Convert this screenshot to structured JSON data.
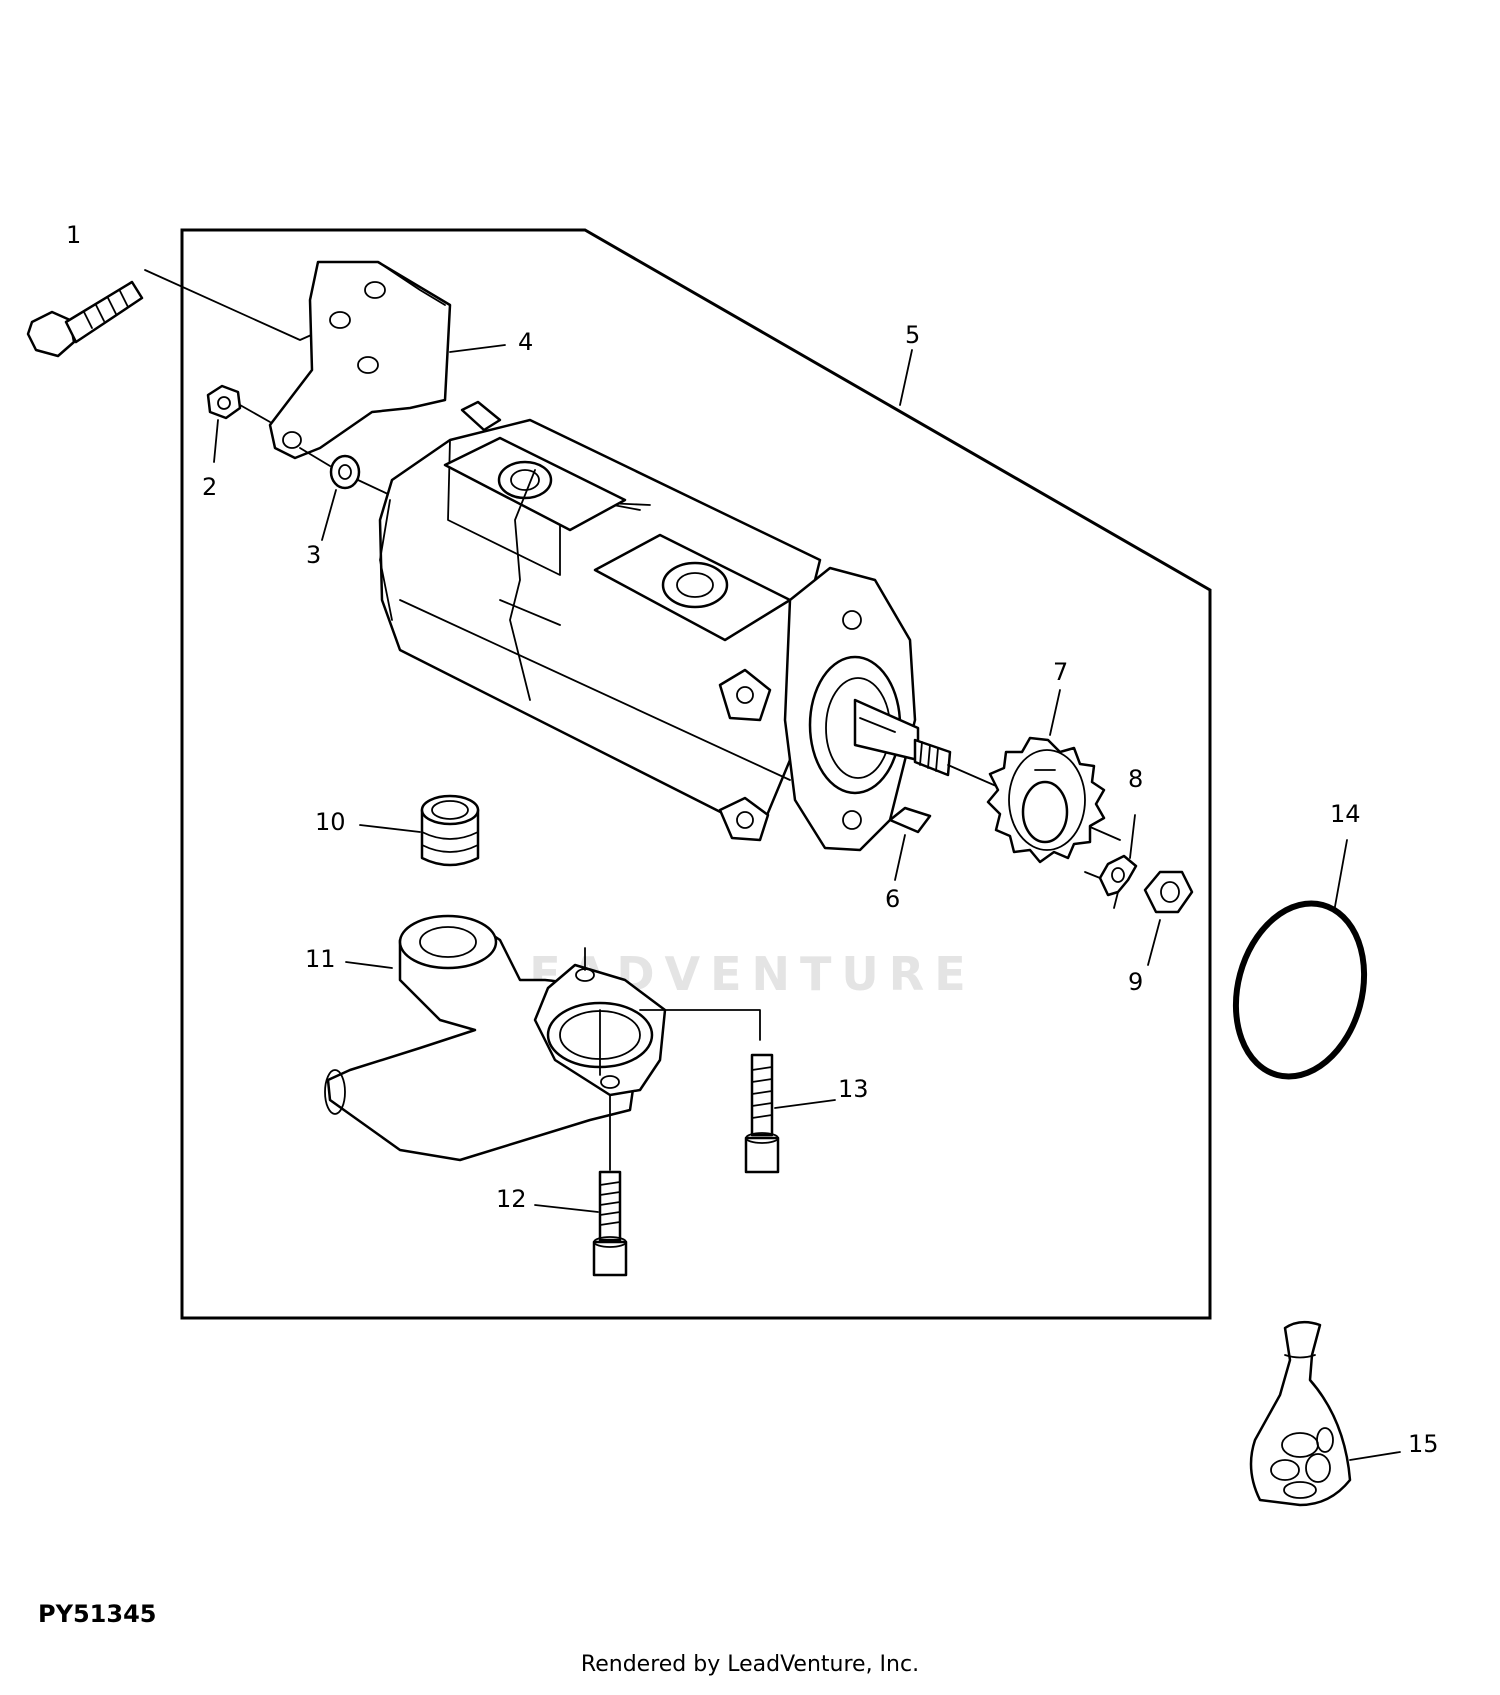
{
  "figure_id": "PY51345",
  "credit": "Rendered by LeadVenture, Inc.",
  "watermark": "LEADVENTURE",
  "callouts": [
    "1",
    "2",
    "3",
    "4",
    "5",
    "6",
    "7",
    "8",
    "9",
    "10",
    "11",
    "12",
    "13",
    "14",
    "15"
  ]
}
